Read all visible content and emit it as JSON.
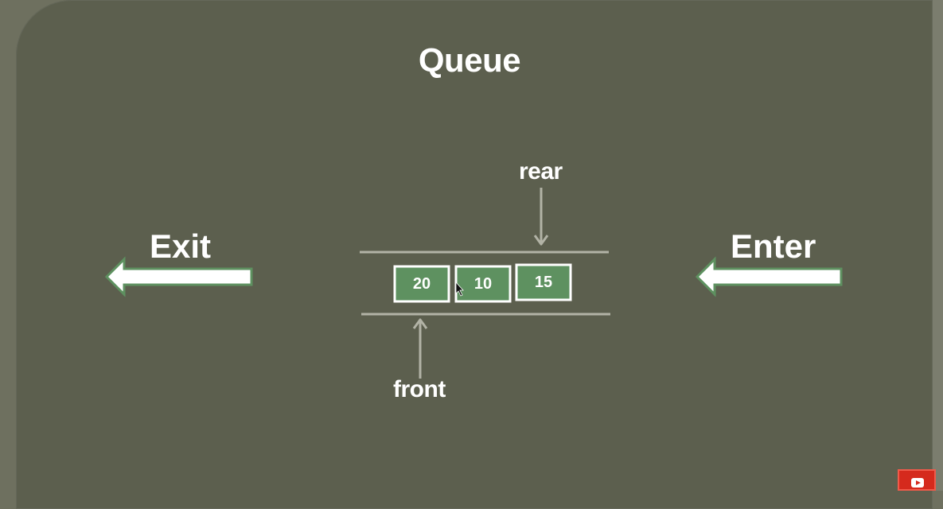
{
  "slide": {
    "title": "Queue"
  },
  "labels": {
    "exit": "Exit",
    "enter": "Enter",
    "rear": "rear",
    "front": "front"
  },
  "queue": {
    "items": [
      "20",
      "10",
      "15"
    ]
  },
  "colors": {
    "background": "#5c5f4e",
    "item_fill": "#5e9160",
    "item_border": "#ffffff",
    "arrow_fill": "#ffffff",
    "arrow_border": "#5e9160",
    "line": "#b2b3a6"
  },
  "icons": {
    "youtube": "youtube-play-icon"
  }
}
